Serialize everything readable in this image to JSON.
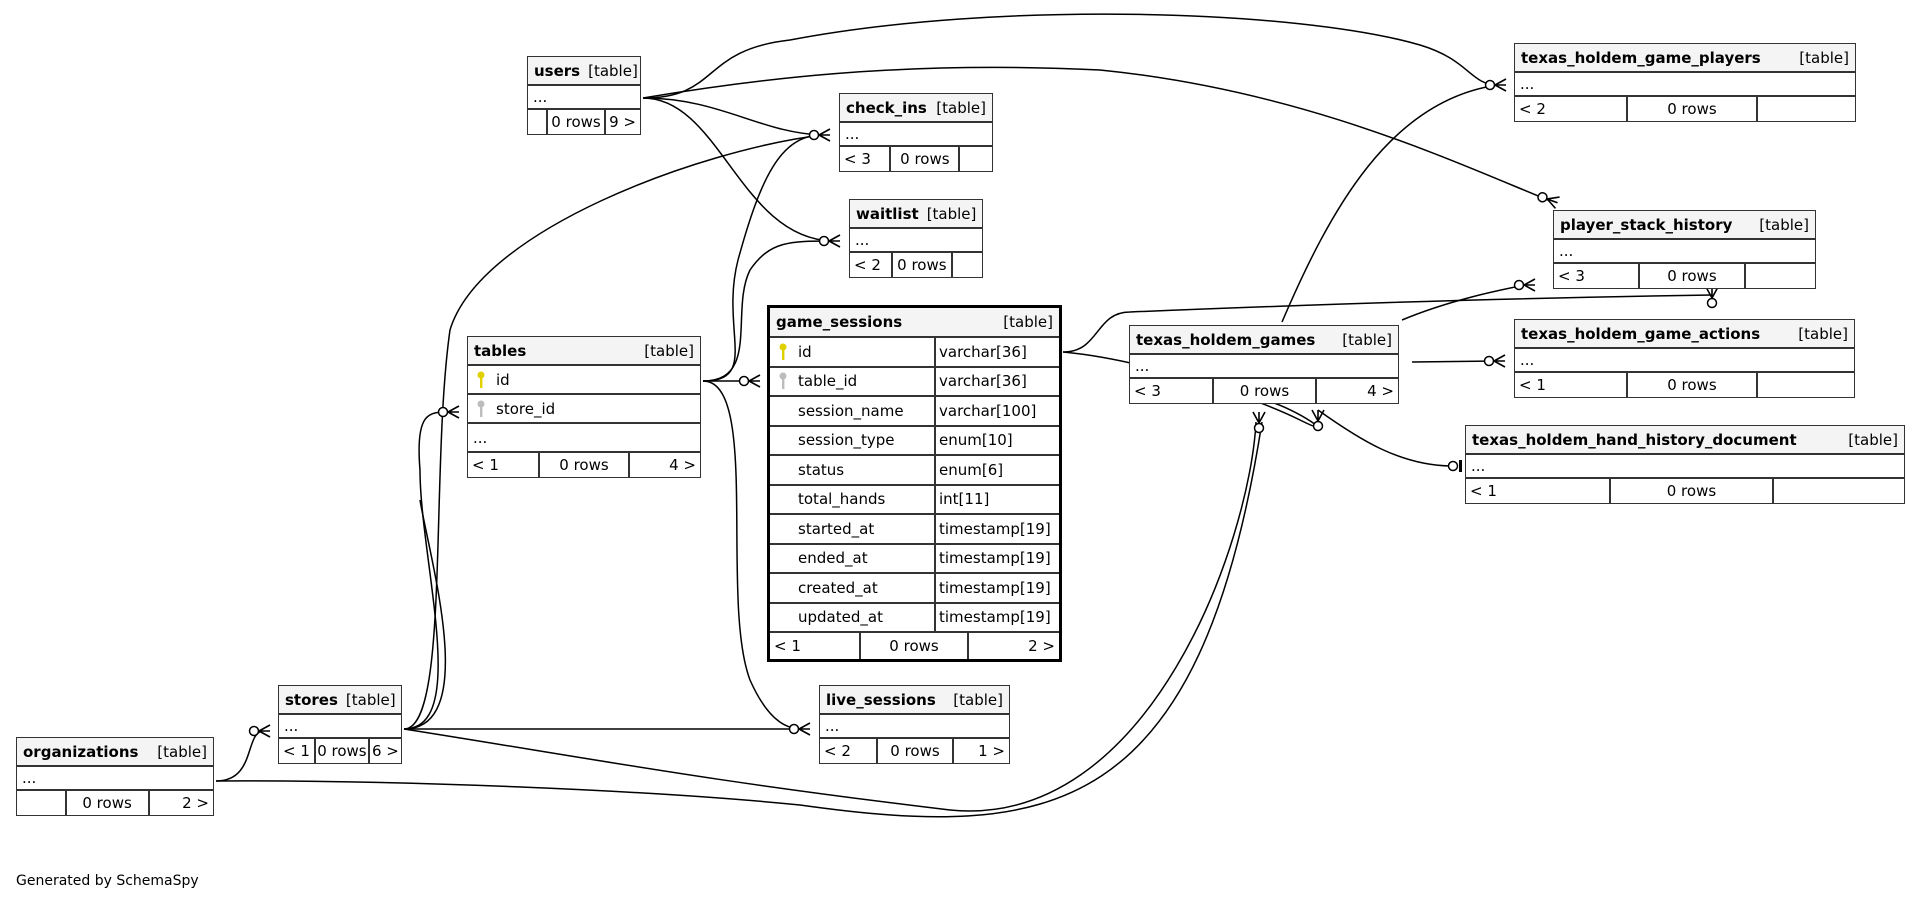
{
  "diagram": {
    "footer": "Generated by SchemaSpy",
    "tables": [
      {
        "id": "users",
        "name": "users",
        "kind": "[table]",
        "columns": [],
        "ellipsis": "...",
        "footer": {
          "left": "",
          "mid": "0 rows",
          "right": "9 >"
        }
      },
      {
        "id": "check_ins",
        "name": "check_ins",
        "kind": "[table]",
        "columns": [],
        "ellipsis": "...",
        "footer": {
          "left": "< 3",
          "mid": "0 rows",
          "right": ""
        }
      },
      {
        "id": "waitlist",
        "name": "waitlist",
        "kind": "[table]",
        "columns": [],
        "ellipsis": "...",
        "footer": {
          "left": "< 2",
          "mid": "0 rows",
          "right": ""
        }
      },
      {
        "id": "tables",
        "name": "tables",
        "kind": "[table]",
        "columns": [
          {
            "name": "id",
            "key": "primary"
          },
          {
            "name": "store_id",
            "key": "foreign"
          }
        ],
        "ellipsis": "...",
        "footer": {
          "left": "< 1",
          "mid": "0 rows",
          "right": "4 >"
        }
      },
      {
        "id": "game_sessions",
        "name": "game_sessions",
        "kind": "[table]",
        "focus": true,
        "columns": [
          {
            "name": "id",
            "type": "varchar[36]",
            "key": "primary"
          },
          {
            "name": "table_id",
            "type": "varchar[36]",
            "key": "foreign"
          },
          {
            "name": "session_name",
            "type": "varchar[100]",
            "key": ""
          },
          {
            "name": "session_type",
            "type": "enum[10]",
            "key": ""
          },
          {
            "name": "status",
            "type": "enum[6]",
            "key": ""
          },
          {
            "name": "total_hands",
            "type": "int[11]",
            "key": ""
          },
          {
            "name": "started_at",
            "type": "timestamp[19]",
            "key": ""
          },
          {
            "name": "ended_at",
            "type": "timestamp[19]",
            "key": ""
          },
          {
            "name": "created_at",
            "type": "timestamp[19]",
            "key": ""
          },
          {
            "name": "updated_at",
            "type": "timestamp[19]",
            "key": ""
          }
        ],
        "ellipsis": "",
        "footer": {
          "left": "< 1",
          "mid": "0 rows",
          "right": "2 >"
        }
      },
      {
        "id": "texas_holdem_games",
        "name": "texas_holdem_games",
        "kind": "[table]",
        "columns": [],
        "ellipsis": "...",
        "footer": {
          "left": "< 3",
          "mid": "0 rows",
          "right": "4 >"
        }
      },
      {
        "id": "texas_holdem_game_players",
        "name": "texas_holdem_game_players",
        "kind": "[table]",
        "columns": [],
        "ellipsis": "...",
        "footer": {
          "left": "< 2",
          "mid": "0 rows",
          "right": ""
        }
      },
      {
        "id": "player_stack_history",
        "name": "player_stack_history",
        "kind": "[table]",
        "columns": [],
        "ellipsis": "...",
        "footer": {
          "left": "< 3",
          "mid": "0 rows",
          "right": ""
        }
      },
      {
        "id": "texas_holdem_game_actions",
        "name": "texas_holdem_game_actions",
        "kind": "[table]",
        "columns": [],
        "ellipsis": "...",
        "footer": {
          "left": "< 1",
          "mid": "0 rows",
          "right": ""
        }
      },
      {
        "id": "texas_holdem_hand_history_document",
        "name": "texas_holdem_hand_history_document",
        "kind": "[table]",
        "columns": [],
        "ellipsis": "...",
        "footer": {
          "left": "< 1",
          "mid": "0 rows",
          "right": ""
        }
      },
      {
        "id": "live_sessions",
        "name": "live_sessions",
        "kind": "[table]",
        "columns": [],
        "ellipsis": "...",
        "footer": {
          "left": "< 2",
          "mid": "0 rows",
          "right": "1 >"
        }
      },
      {
        "id": "stores",
        "name": "stores",
        "kind": "[table]",
        "columns": [],
        "ellipsis": "...",
        "footer": {
          "left": "< 1",
          "mid": "0 rows",
          "right": "6 >"
        }
      },
      {
        "id": "organizations",
        "name": "organizations",
        "kind": "[table]",
        "columns": [],
        "ellipsis": "...",
        "footer": {
          "left": "",
          "mid": "0 rows",
          "right": "2 >"
        }
      }
    ],
    "relationships": [
      {
        "from": "users",
        "to": "check_ins",
        "cardinality": "zero-or-many"
      },
      {
        "from": "users",
        "to": "waitlist",
        "cardinality": "zero-or-many"
      },
      {
        "from": "users",
        "to": "texas_holdem_game_players",
        "cardinality": "zero-or-many"
      },
      {
        "from": "users",
        "to": "player_stack_history",
        "cardinality": "zero-or-many"
      },
      {
        "from": "stores",
        "to": "check_ins",
        "cardinality": "zero-or-many"
      },
      {
        "from": "stores",
        "to": "tables",
        "cardinality": "zero-or-many"
      },
      {
        "from": "stores",
        "to": "live_sessions",
        "cardinality": "zero-or-many"
      },
      {
        "from": "stores",
        "to": "texas_holdem_games",
        "cardinality": "zero-or-many"
      },
      {
        "from": "organizations",
        "to": "stores",
        "cardinality": "zero-or-many"
      },
      {
        "from": "organizations",
        "to": "texas_holdem_games",
        "cardinality": "zero-or-many"
      },
      {
        "from": "tables",
        "to": "game_sessions",
        "cardinality": "zero-or-many"
      },
      {
        "from": "tables",
        "to": "check_ins",
        "cardinality": "zero-or-many"
      },
      {
        "from": "tables",
        "to": "waitlist",
        "cardinality": "zero-or-many"
      },
      {
        "from": "tables",
        "to": "live_sessions",
        "cardinality": "zero-or-many"
      },
      {
        "from": "game_sessions",
        "to": "texas_holdem_games",
        "cardinality": "zero-or-many"
      },
      {
        "from": "game_sessions",
        "to": "player_stack_history",
        "cardinality": "zero-or-many"
      },
      {
        "from": "texas_holdem_games",
        "to": "texas_holdem_game_players",
        "cardinality": "zero-or-many"
      },
      {
        "from": "texas_holdem_games",
        "to": "texas_holdem_game_actions",
        "cardinality": "zero-or-many"
      },
      {
        "from": "texas_holdem_games",
        "to": "player_stack_history",
        "cardinality": "zero-or-many"
      },
      {
        "from": "texas_holdem_games",
        "to": "texas_holdem_hand_history_document",
        "cardinality": "zero-or-one"
      },
      {
        "from": "texas_holdem_games",
        "to": "texas_holdem_games",
        "cardinality": "zero-or-many"
      }
    ]
  }
}
